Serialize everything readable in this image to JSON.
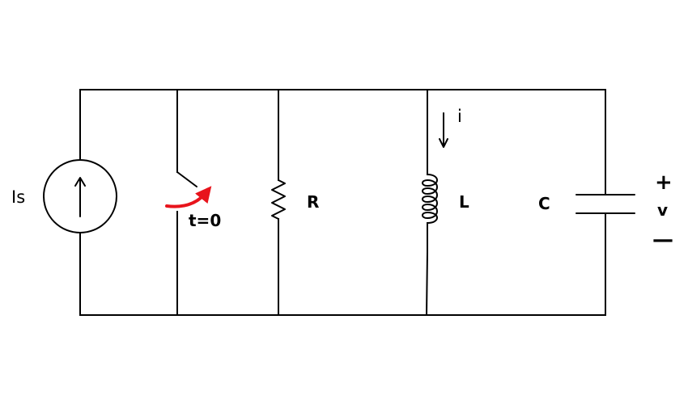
{
  "labels": {
    "source": "Is",
    "switch_time": "t=0",
    "resistor": "R",
    "inductor": "L",
    "capacitor": "C",
    "current": "i",
    "voltage": "v",
    "plus": "+",
    "minus": "—"
  },
  "colors": {
    "wire": "#000000",
    "switch_arrow": "#e8141c",
    "background": "#ffffff"
  },
  "icons": {
    "source": "current-source-up-arrow-icon",
    "switch": "curved-arrow-icon",
    "current": "down-arrow-icon"
  }
}
